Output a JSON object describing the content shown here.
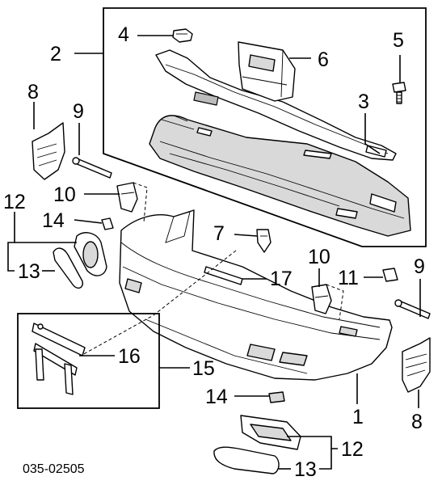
{
  "diagram": {
    "code": "035-02505",
    "callouts": {
      "c1": "1",
      "c2": "2",
      "c3": "3",
      "c4": "4",
      "c5": "5",
      "c6": "6",
      "c7": "7",
      "c8_left": "8",
      "c8_right": "8",
      "c9_left": "9",
      "c9_right": "9",
      "c10_left": "10",
      "c10_right": "10",
      "c11": "11",
      "c12_left": "12",
      "c12_right": "12",
      "c13_left": "13",
      "c13_right": "13",
      "c14_upper": "14",
      "c14_lower": "14",
      "c15": "15",
      "c16": "16",
      "c17": "17"
    }
  }
}
